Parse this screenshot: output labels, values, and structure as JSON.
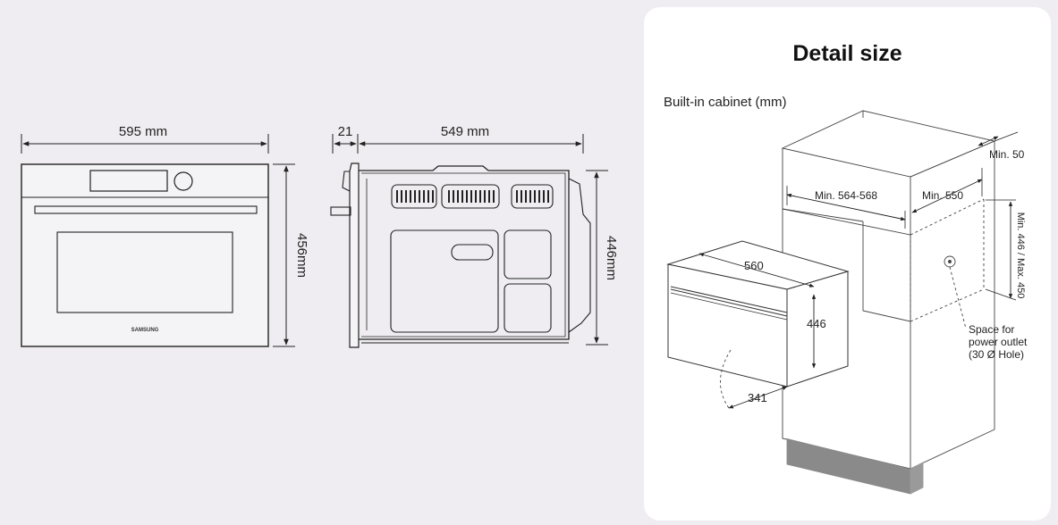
{
  "front_view": {
    "width_label": "595 mm",
    "height_label": "456mm",
    "brand": "SAMSUNG"
  },
  "side_view": {
    "depth_small_label": "21",
    "depth_label": "549 mm",
    "height_label": "446mm"
  },
  "detail": {
    "title": "Detail size",
    "subtitle": "Built-in cabinet (mm)",
    "labels": {
      "min50": "Min. 50",
      "min564": "Min. 564-568",
      "min550": "Min. 550",
      "min446": "Min. 446 / Max. 450",
      "w560": "560",
      "h446": "446",
      "d341": "341",
      "outlet_line1": "Space for",
      "outlet_line2": "power outlet",
      "outlet_line3": "(30 Ø Hole)"
    }
  }
}
